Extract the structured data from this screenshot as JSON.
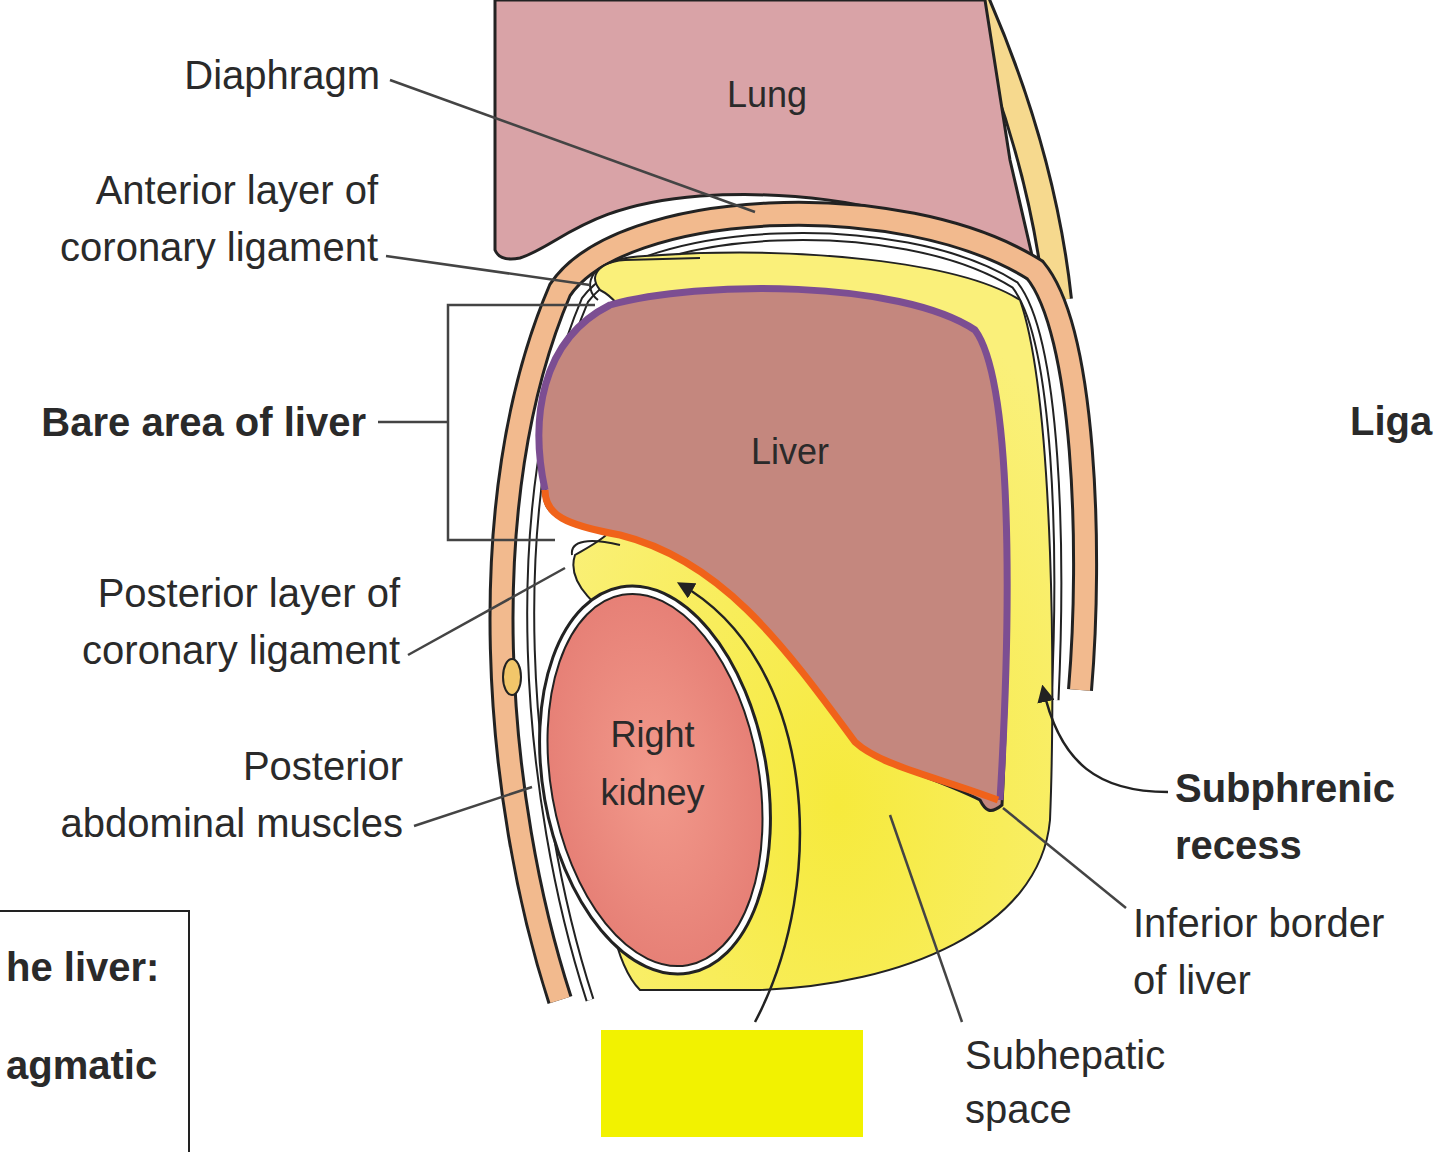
{
  "diagram": {
    "nodes": [
      {
        "text": [
          "Lung"
        ]
      },
      {
        "text": [
          "Liver"
        ]
      },
      {
        "text": [
          "Right kidney"
        ]
      },
      {
        "text": [
          "he liver:",
          "agmatic"
        ]
      }
    ],
    "labels": [
      "Diaphragm",
      "Anterior layer of coronary ligament",
      "Bare area of liver",
      "Posterior layer of coronary ligament",
      "Posterior abdominal muscles",
      "Liga",
      "Subphrenic recess",
      "Inferior border of liver",
      "Subhepatic space"
    ]
  }
}
